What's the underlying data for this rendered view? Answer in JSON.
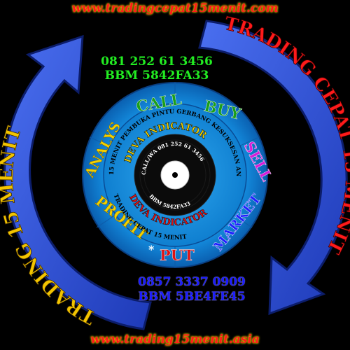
{
  "urls": {
    "top": "www.tradingcepat15menit.com",
    "bottom": "www.trading15menit.asia"
  },
  "contacts": {
    "top_phone": "081 252 61 3456",
    "top_bbm": "BBM 5842FA33",
    "bottom_phone": "0857 3337 0909",
    "bottom_bbm": "BBM 5BE4FE45"
  },
  "arrows": {
    "left_label": "TRADING 15 MENIT",
    "right_label": "TRADING CEPAT 15 MENIT",
    "left_color": "#2b4fd6",
    "right_color": "#2b4fd6",
    "left_text_color": "#f2c400",
    "right_text_color": "#ff1a1a"
  },
  "wheel": {
    "segments": [
      {
        "label": "CALL",
        "color": "#1a9e1a"
      },
      {
        "label": "BUY",
        "color": "#1a9e1a"
      },
      {
        "label": "SELL",
        "color": "#d81ed8"
      },
      {
        "label": "MARKET",
        "color": "#2020ff"
      },
      {
        "label": "PUT",
        "color": "#e01010"
      },
      {
        "label": "PROFIT",
        "color": "#f2d000"
      },
      {
        "label": "ANALYS",
        "color": "#f2d000"
      }
    ],
    "ring_text": "15 MENIT PEMBUKA PINTU GERBANG KESUKSESAN ANDA",
    "ring_text_lower": "TRADING CEPAT 15 MENIT",
    "inner_top": "DEVA INDICATOR",
    "inner_bottom": "DEVA INDICATOR",
    "disc_top": "CALL/WA 081 252 61 3456",
    "disc_bottom": "BBM 5842FA33",
    "separator": "*"
  }
}
